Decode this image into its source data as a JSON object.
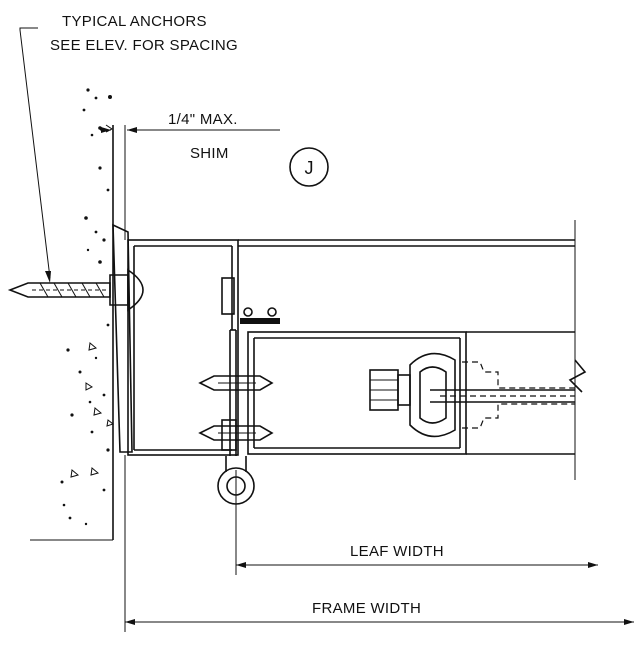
{
  "labels": {
    "anchors_line1": "TYPICAL ANCHORS",
    "anchors_line2": "SEE ELEV. FOR SPACING",
    "shim_dim": "1/4\" MAX.",
    "shim": "SHIM",
    "detail_tag": "J",
    "leaf_width": "LEAF WIDTH",
    "frame_width": "FRAME WIDTH"
  }
}
